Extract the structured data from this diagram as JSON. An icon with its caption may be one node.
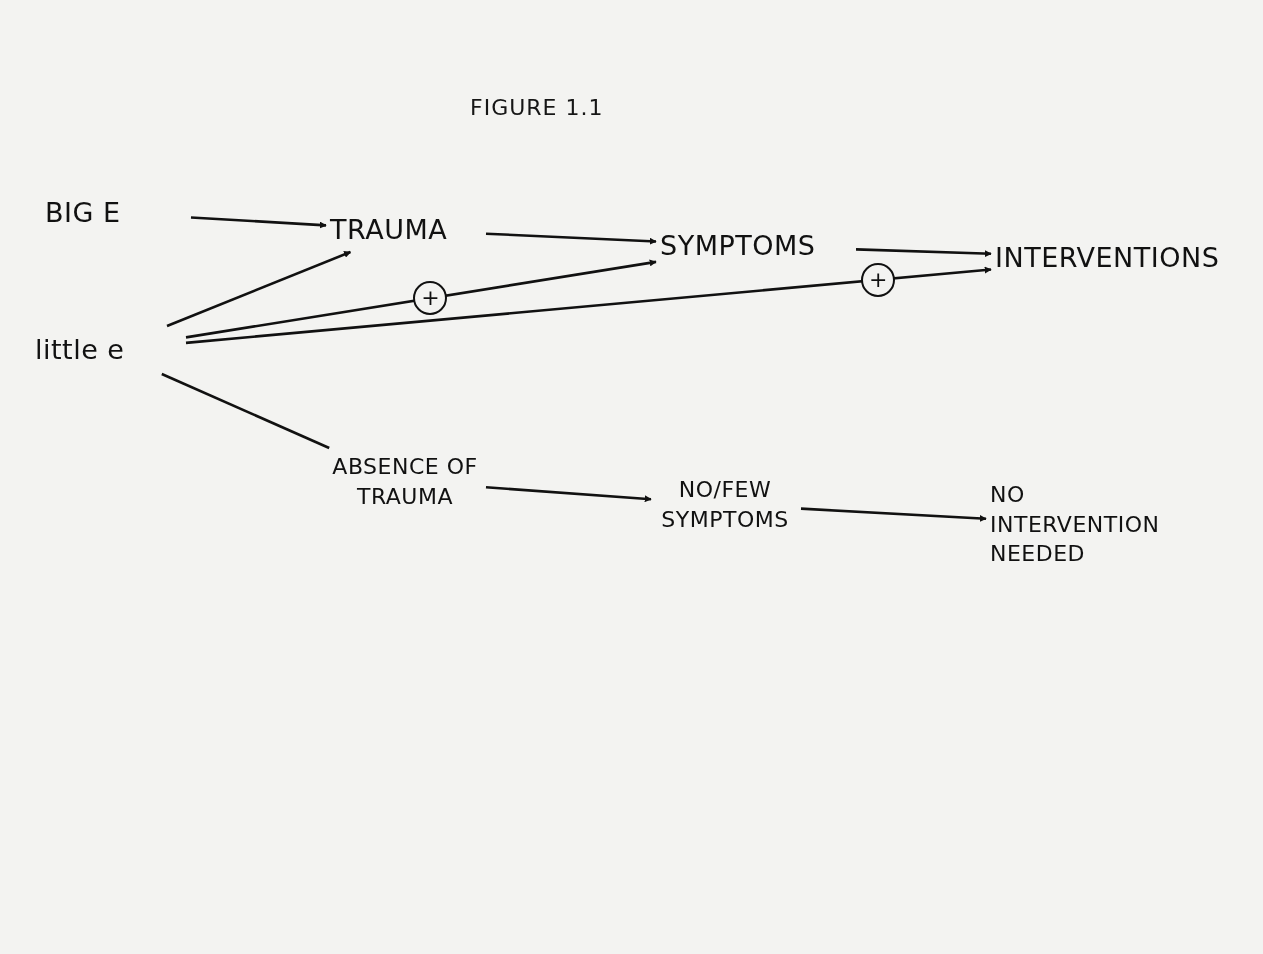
{
  "diagram": {
    "title": "FIGURE 1.1",
    "nodes": [
      {
        "text": [
          "BIG E"
        ]
      },
      {
        "text": [
          "TRAUMA"
        ]
      },
      {
        "text": [
          "SYMPTOMS"
        ]
      },
      {
        "text": [
          "INTERVENTIONS"
        ]
      },
      {
        "text": [
          "little e"
        ]
      },
      {
        "text": [
          "ABSENCE OF TRAUMA"
        ]
      },
      {
        "text": [
          "NO/FEW SYMPTOMS"
        ]
      },
      {
        "text": [
          "NO INTERVENTION NEEDED"
        ]
      }
    ],
    "edges": [
      {
        "from": 0,
        "to": 1,
        "arrow": "to"
      },
      {
        "from": 1,
        "to": 2,
        "arrow": "to"
      },
      {
        "from": 2,
        "to": 3,
        "arrow": "to"
      },
      {
        "from": 4,
        "to": 1,
        "arrow": "to"
      },
      {
        "from": 4,
        "to": 2,
        "arrow": "to",
        "label": "+"
      },
      {
        "from": 4,
        "to": 3,
        "arrow": "to",
        "label": "+"
      },
      {
        "from": 4,
        "to": 5,
        "arrow": "none"
      },
      {
        "from": 5,
        "to": 6,
        "arrow": "to"
      },
      {
        "from": 6,
        "to": 7,
        "arrow": "to"
      }
    ]
  }
}
